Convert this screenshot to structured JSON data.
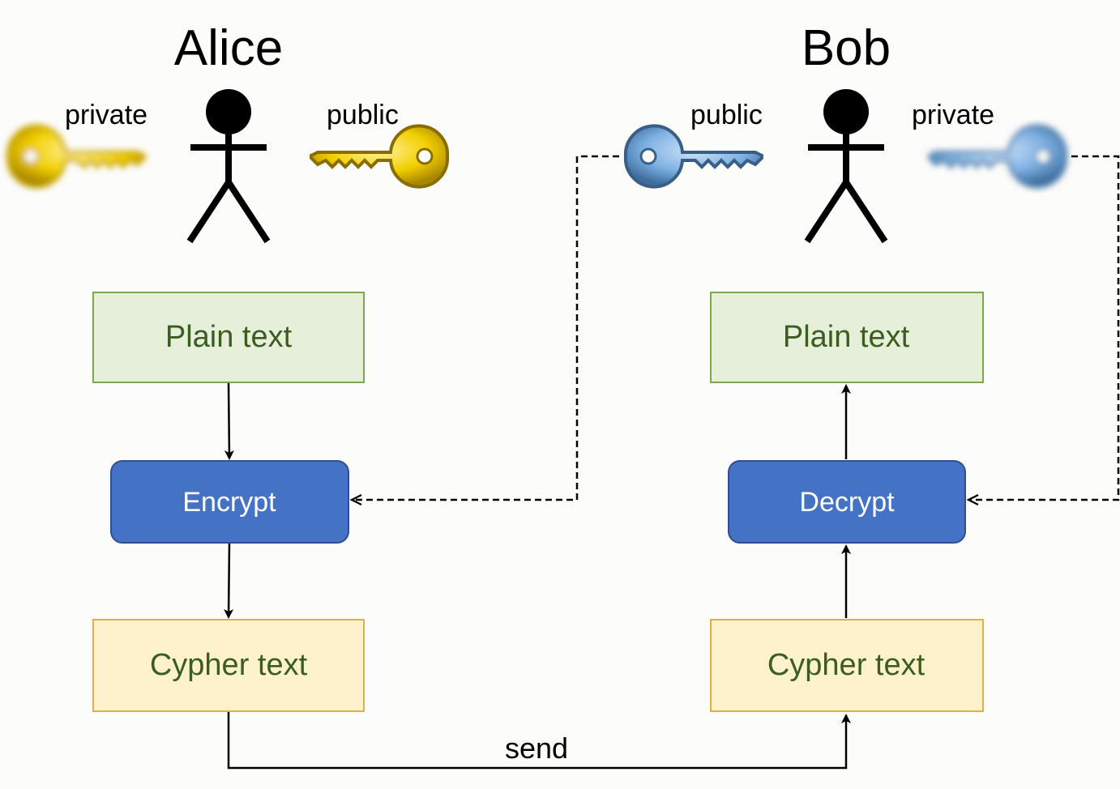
{
  "actors": {
    "alice": {
      "name": "Alice",
      "private_label": "private",
      "public_label": "public"
    },
    "bob": {
      "name": "Bob",
      "public_label": "public",
      "private_label": "private"
    }
  },
  "alice_flow": {
    "plain": "Plain text",
    "process": "Encrypt",
    "cypher": "Cypher text"
  },
  "bob_flow": {
    "plain": "Plain text",
    "process": "Decrypt",
    "cypher": "Cypher text"
  },
  "send_label": "send",
  "colors": {
    "plain_fill": "#e6efd9",
    "plain_stroke": "#7ea84e",
    "cypher_fill": "#fdf2cc",
    "cypher_stroke": "#d9b34a",
    "process_fill": "#4472c4",
    "process_stroke": "#2f4f8f",
    "alice_key": "#f5d200",
    "bob_key": "#7fb1e3"
  },
  "icons": {
    "alice_private_key": "key-icon",
    "alice_public_key": "key-icon",
    "bob_public_key": "key-icon",
    "bob_private_key": "key-icon",
    "actor": "stick-figure-icon"
  }
}
